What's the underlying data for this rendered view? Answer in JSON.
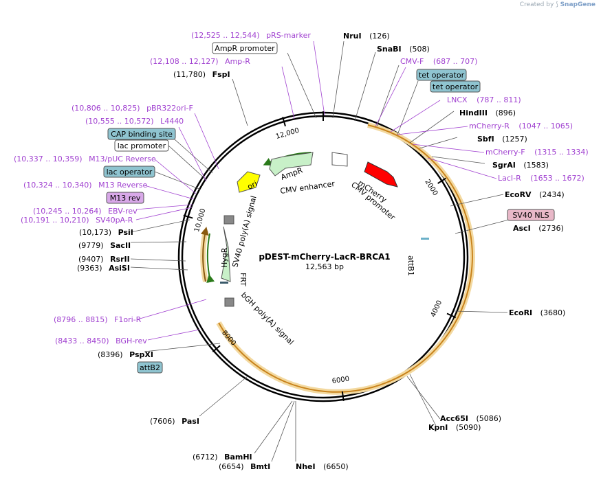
{
  "credit": {
    "prefix": "Created by",
    "brand": "SnapGene",
    "icon": "snapgene-logo-icon"
  },
  "plasmid": {
    "name": "pDEST-mCherry-LacR-BRCA1",
    "length_label": "12,563 bp",
    "length_bp": 12563
  },
  "colors": {
    "feature_label": "#a040d0",
    "enzyme_text": "#000000",
    "orange_arc": "#e8a020",
    "backbone": "#000000"
  },
  "ticks": [
    {
      "bp": 2000,
      "label": "2000"
    },
    {
      "bp": 4000,
      "label": "4000"
    },
    {
      "bp": 6000,
      "label": "6000"
    },
    {
      "bp": 8000,
      "label": "8000"
    },
    {
      "bp": 10000,
      "label": "10,000"
    },
    {
      "bp": 12000,
      "label": "12,000"
    }
  ],
  "enzymes": [
    {
      "name": "NruI",
      "pos": "(126)"
    },
    {
      "name": "SnaBI",
      "pos": "(508)"
    },
    {
      "name": "HindIII",
      "pos": "(896)"
    },
    {
      "name": "SbfI",
      "pos": "(1257)"
    },
    {
      "name": "SgrAI",
      "pos": "(1583)"
    },
    {
      "name": "EcoRV",
      "pos": "(2434)"
    },
    {
      "name": "AscI",
      "pos": "(2736)"
    },
    {
      "name": "EcoRI",
      "pos": "(3680)"
    },
    {
      "name": "Acc65I",
      "pos": "(5086)"
    },
    {
      "name": "KpnI",
      "pos": "(5090)"
    },
    {
      "name": "NheI",
      "pos": "(6650)"
    },
    {
      "name": "BamHI",
      "pos": "(6712)"
    },
    {
      "name": "BmtI",
      "pos": "(6654)"
    },
    {
      "name": "PasI",
      "pos": "(7606)"
    },
    {
      "name": "PspXI",
      "pos": "(8396)"
    },
    {
      "name": "AsiSI",
      "pos": "(9363)"
    },
    {
      "name": "RsrII",
      "pos": "(9407)"
    },
    {
      "name": "SacII",
      "pos": "(9779)"
    },
    {
      "name": "PsiI",
      "pos": "(10,173)"
    },
    {
      "name": "FspI",
      "pos": "(11,780)"
    }
  ],
  "primers": [
    {
      "range": "(12,525 .. 12,544)",
      "name": "pRS-marker"
    },
    {
      "range": "(12,108 .. 12,127)",
      "name": "Amp-R"
    },
    {
      "range": "(687 .. 707)",
      "name": "CMV-F"
    },
    {
      "range": "(787 .. 811)",
      "name": "LNCX"
    },
    {
      "range": "(1047 .. 1065)",
      "name": "mCherry-R"
    },
    {
      "range": "(1315 .. 1334)",
      "name": "mCherry-F"
    },
    {
      "range": "(1653 .. 1672)",
      "name": "LacI-R"
    },
    {
      "range": "(10,806 .. 10,825)",
      "name": "pBR322ori-F"
    },
    {
      "range": "(10,555 .. 10,572)",
      "name": "L4440"
    },
    {
      "range": "(10,337 .. 10,359)",
      "name": "M13/pUC Reverse"
    },
    {
      "range": "(10,324 .. 10,340)",
      "name": "M13 Reverse"
    },
    {
      "range": "(10,245 .. 10,264)",
      "name": "EBV-rev"
    },
    {
      "range": "(10,191 .. 10,210)",
      "name": "SV40pA-R"
    },
    {
      "range": "(8796 .. 8815)",
      "name": "F1ori-R"
    },
    {
      "range": "(8433 .. 8450)",
      "name": "BGH-rev"
    }
  ],
  "boxes": [
    {
      "label": "AmpR promoter",
      "style": "white"
    },
    {
      "label": "tet operator",
      "style": "blue"
    },
    {
      "label": "tet operator",
      "style": "blue"
    },
    {
      "label": "CAP binding site",
      "style": "blue"
    },
    {
      "label": "lac promoter",
      "style": "white"
    },
    {
      "label": "lac operator",
      "style": "blue"
    },
    {
      "label": "M13 rev",
      "style": "purple"
    },
    {
      "label": "SV40 NLS",
      "style": "pink"
    },
    {
      "label": "attB2",
      "style": "blue"
    }
  ],
  "inner": {
    "ampr": "AmpR",
    "cmv_enhancer": "CMV enhancer",
    "mcherry": "mCherry",
    "cmv_promoter": "CMV promoter",
    "ori": "ori",
    "sv40": "SV40 poly(A) signal",
    "hygr": "HygR",
    "attb1": "attB1",
    "frt": "FRT",
    "bgh": "bGH poly(A) signal"
  }
}
